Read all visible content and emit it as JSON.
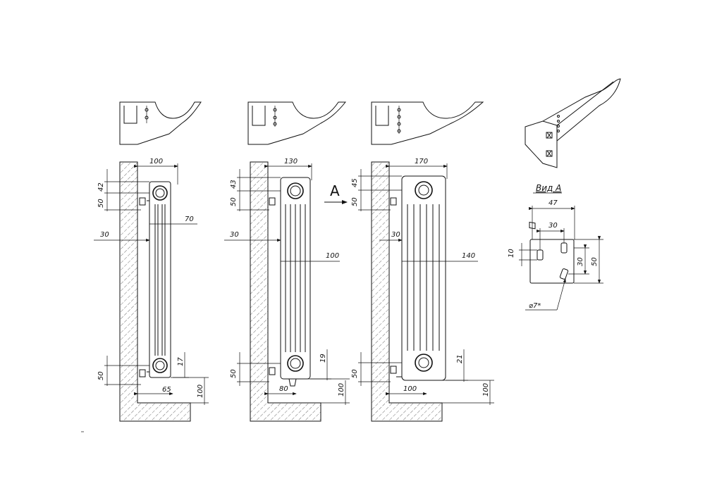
{
  "view_title": "Вид А",
  "arrow_label": "A",
  "views": [
    {
      "name": "variant-100",
      "depth": "100",
      "top_up": "42",
      "top_dn": "50",
      "wall_gap": "30",
      "bracket": "70",
      "bottom_c": "50",
      "bottom_off": "17",
      "bottom_w": "65",
      "floor": "100"
    },
    {
      "name": "variant-130",
      "depth": "130",
      "top_up": "43",
      "top_dn": "50",
      "wall_gap": "30",
      "bracket": "100",
      "bottom_c": "50",
      "bottom_off": "19",
      "bottom_w": "80",
      "floor": "100"
    },
    {
      "name": "variant-170",
      "depth": "170",
      "top_up": "45",
      "top_dn": "50",
      "wall_gap": "30",
      "bracket": "140",
      "bottom_c": "50",
      "bottom_off": "21",
      "bottom_w": "100",
      "floor": "100"
    }
  ],
  "detail": {
    "width": "47",
    "holes": "30",
    "slot": "10",
    "hole_gap": "30",
    "height": "50",
    "diameter": "⌀7*"
  }
}
